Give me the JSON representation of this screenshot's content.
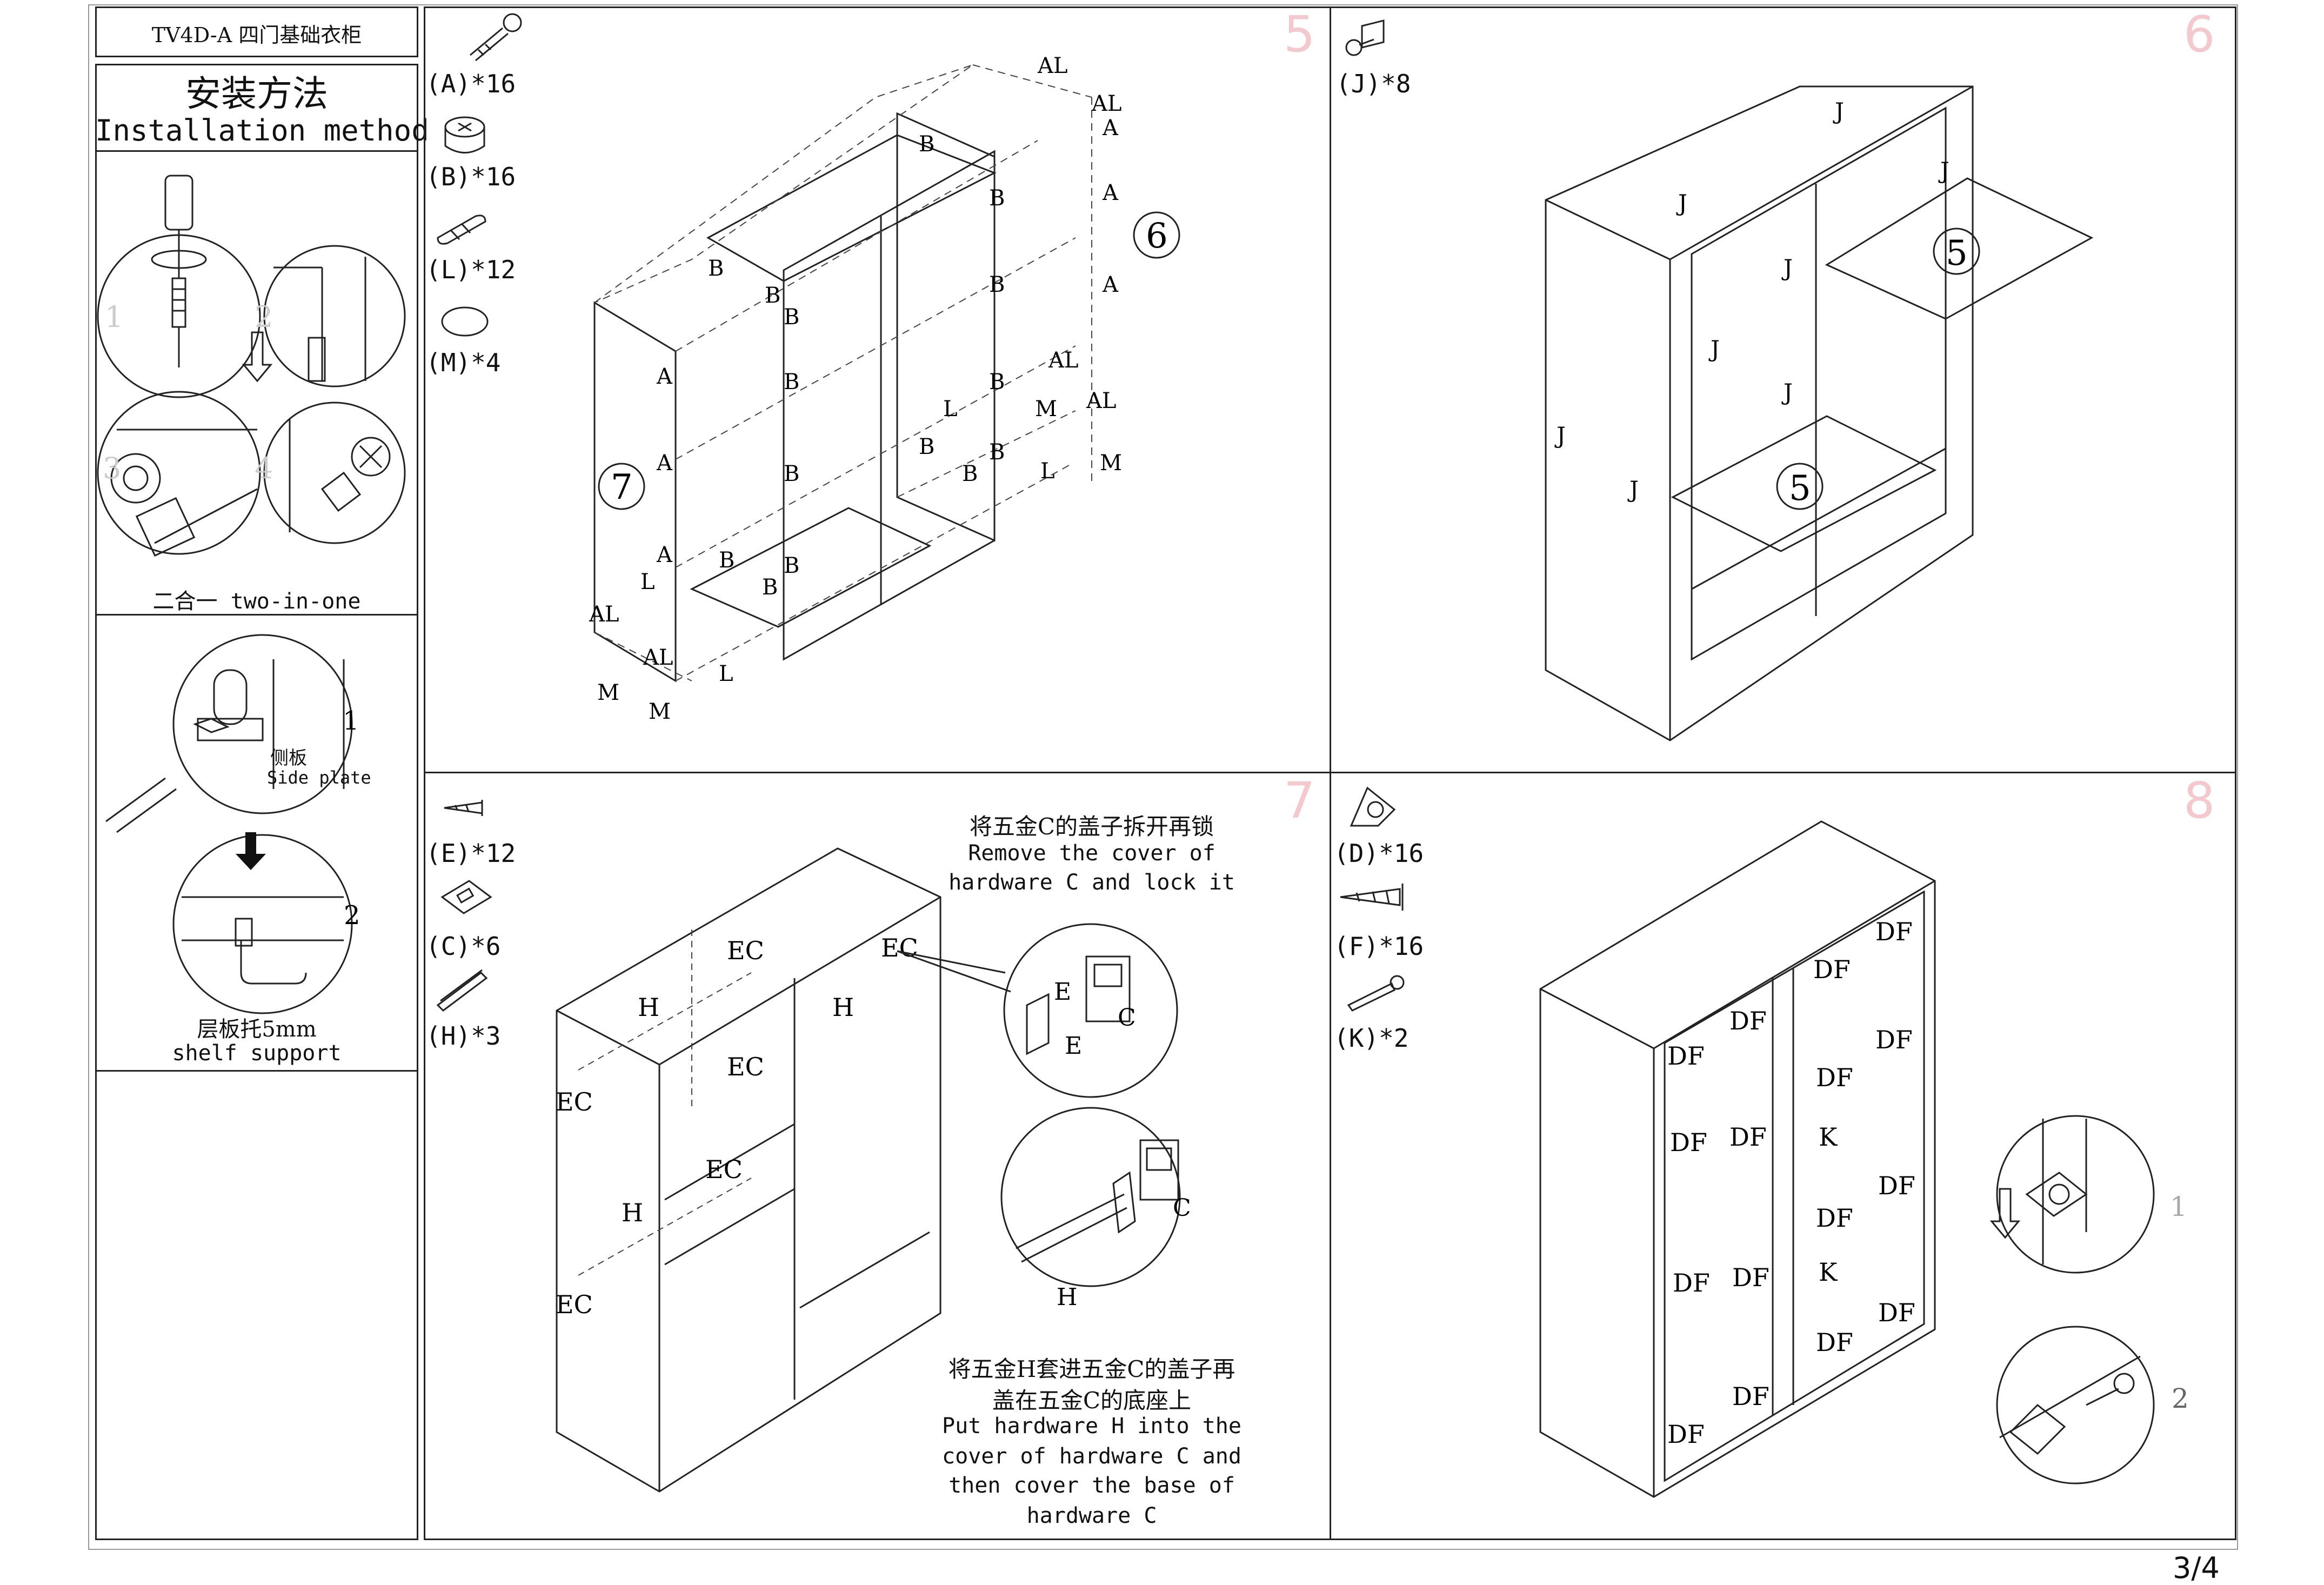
{
  "header": {
    "model_title": "TV4D-A 四门基础衣柜"
  },
  "sidebar": {
    "title_cn": "安装方法",
    "title_en": "Installation method",
    "step_nums": [
      "1",
      "2",
      "3",
      "4"
    ],
    "two_in_one": "二合一  two-in-one",
    "side_plate_cn": "侧板",
    "side_plate_en": "Side plate",
    "shelf_step_nums": [
      "1",
      "2"
    ],
    "shelf_support_cn": "层板托5mm",
    "shelf_support_en": "shelf support"
  },
  "panels": {
    "p5": {
      "page": "5",
      "parts": [
        "(A)*16",
        "(B)*16",
        "(L)*12",
        "(M)*4"
      ],
      "circled": [
        "6",
        "7"
      ],
      "labels": {
        "AL": "AL",
        "A": "A",
        "B": "B",
        "L": "L",
        "M": "M"
      }
    },
    "p6": {
      "page": "6",
      "parts": [
        "(J)*8"
      ],
      "circled": [
        "5",
        "5"
      ],
      "labels": {
        "J": "J"
      }
    },
    "p7": {
      "page": "7",
      "parts": [
        "(E)*12",
        "(C)*6",
        "(H)*3"
      ],
      "labels": {
        "EC": "EC",
        "H": "H",
        "E": "E",
        "C": "C"
      },
      "note1_cn": "将五金C的盖子拆开再锁",
      "note1_en": [
        "Remove the cover of",
        "hardware C and lock it"
      ],
      "note2_cn": [
        "将五金H套进五金C的盖子再",
        "盖在五金C的底座上"
      ],
      "note2_en": [
        "Put hardware H into the",
        "cover of hardware C and",
        "then cover the base of",
        "hardware C"
      ]
    },
    "p8": {
      "page": "8",
      "parts": [
        "(D)*16",
        "(F)*16",
        "(K)*2"
      ],
      "labels": {
        "DF": "DF",
        "K": "K"
      },
      "step_nums": [
        "1",
        "2"
      ]
    }
  },
  "footer": {
    "page_indicator": "3/4"
  },
  "colors": {
    "line": "#222222",
    "page_number": "#f4c9cd"
  }
}
